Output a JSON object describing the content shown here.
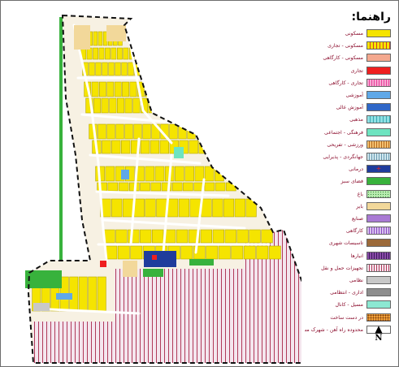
{
  "legend": {
    "title": "راهنما:",
    "items": [
      {
        "label": "مسکونی",
        "color": "#f5e400",
        "pattern": "solid"
      },
      {
        "label": "مسکونی - تجاری",
        "color": "#f5e400",
        "pattern": "hatch-red"
      },
      {
        "label": "مسکونی - کارگاهی",
        "color": "#f4a88e",
        "pattern": "solid"
      },
      {
        "label": "تجاری",
        "color": "#ef1f1f",
        "pattern": "solid"
      },
      {
        "label": "تجاری - کارگاهی",
        "color": "#e8439a",
        "pattern": "hatch-pink"
      },
      {
        "label": "آموزشی",
        "color": "#5fa8e8",
        "pattern": "solid"
      },
      {
        "label": "آموزش عالی",
        "color": "#2f67c8",
        "pattern": "solid"
      },
      {
        "label": "مذهبی",
        "color": "#8fe0e4",
        "pattern": "grid"
      },
      {
        "label": "فرهنگی - اجتماعی",
        "color": "#6ee4c0",
        "pattern": "solid"
      },
      {
        "label": "ورزشی - تفریحی",
        "color": "#e48a2a",
        "pattern": "hatch-brown"
      },
      {
        "label": "جهانگردی - پذیرایی",
        "color": "#8fc4d4",
        "pattern": "hatch-blue"
      },
      {
        "label": "درمانی",
        "color": "#1f3c9c",
        "pattern": "cross"
      },
      {
        "label": "فضای سبز",
        "color": "#38b23c",
        "pattern": "solid"
      },
      {
        "label": "باغ",
        "color": "#b8ecb0",
        "pattern": "dots"
      },
      {
        "label": "بایر",
        "color": "#f2d89a",
        "pattern": "solid"
      },
      {
        "label": "صنایع",
        "color": "#a97ad4",
        "pattern": "solid"
      },
      {
        "label": "کارگاهی",
        "color": "#c3a2e0",
        "pattern": "hatch-purple"
      },
      {
        "label": "تاسیسات شهری",
        "color": "#9c6a3a",
        "pattern": "solid"
      },
      {
        "label": "انبارها",
        "color": "#6a2e8a",
        "pattern": "hatch-dark"
      },
      {
        "label": "تجهیزات حمل و نقل",
        "color": "#c9a2c2",
        "pattern": "vertical"
      },
      {
        "label": "نظامی",
        "color": "#c8c8c8",
        "pattern": "solid"
      },
      {
        "label": "اداری - انتظامی",
        "color": "#8e8e8e",
        "pattern": "solid"
      },
      {
        "label": "مسیل - کانال",
        "color": "#8ce8d2",
        "pattern": "solid"
      },
      {
        "label": "در دست ساخت",
        "color": "#f2a23a",
        "pattern": "dots-brown"
      },
      {
        "label": "محدوده راه آهن - شهرک مسکونی",
        "color": "#ffffff",
        "pattern": "solid"
      }
    ]
  },
  "north_arrow": {
    "symbol": "▲",
    "letter": "N"
  },
  "colors": {
    "residential": "#f5e400",
    "vacant": "#f2d89a",
    "green_space": "#38b23c",
    "transport": "#c9a2c2",
    "transport_line": "#b03a5a",
    "boundary": "#111111",
    "street": "#ffffff"
  }
}
